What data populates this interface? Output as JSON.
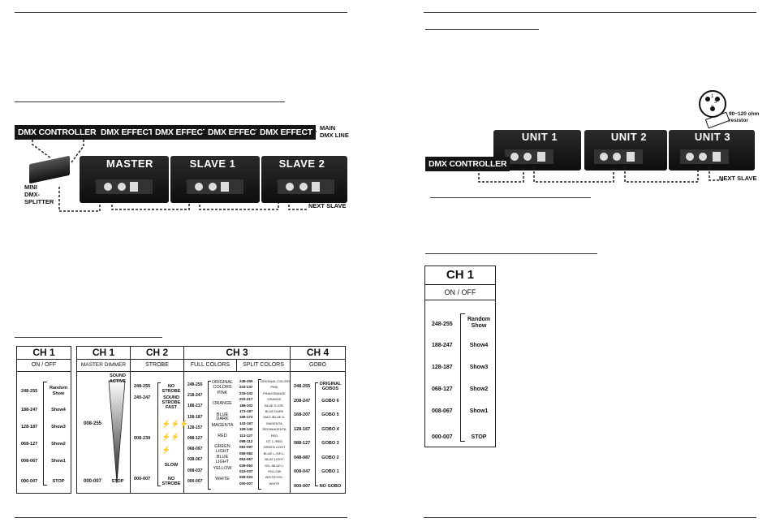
{
  "left_top": {
    "controller": "DMX CONTROLLER",
    "effects": [
      "DMX EFFECT",
      "DMX EFFECT",
      "DMX EFFECT",
      "DMX EFFECT"
    ],
    "main_line": [
      "MAIN",
      "DMX LINE"
    ],
    "splitter": [
      "MINI",
      "DMX-",
      "SPLITTER"
    ],
    "fixtures": [
      "MASTER",
      "SLAVE 1",
      "SLAVE 2"
    ],
    "next_slave": "NEXT SLAVE"
  },
  "right_top": {
    "resistor": [
      "90~120 ohm",
      "resistor"
    ],
    "pins": [
      "1",
      "3",
      "2"
    ],
    "units": [
      "UNIT 1",
      "UNIT 2",
      "UNIT 3"
    ],
    "controller": "DMX CONTROLLER",
    "next_slave": "NEXT SLAVE"
  },
  "ch1_small": {
    "title": "CH 1",
    "sub": "ON / OFF",
    "rows": [
      {
        "range": "248-255",
        "label": "Random Show"
      },
      {
        "range": "188-247",
        "label": "Show4"
      },
      {
        "range": "128-187",
        "label": "Show3"
      },
      {
        "range": "068-127",
        "label": "Show2"
      },
      {
        "range": "008-067",
        "label": "Show1"
      },
      {
        "range": "000-007",
        "label": "STOP"
      }
    ]
  },
  "ch_table": {
    "headers": [
      "CH 1",
      "CH 2",
      "CH 3",
      "CH 4"
    ],
    "subs": [
      "MASTER DIMMER",
      "STROBE",
      "FULL COLORS",
      "SPLIT COLORS",
      "GOBO"
    ],
    "dimmer": {
      "top_range": "008-255",
      "bottom_range": "000-007",
      "top_label": "SOUND ACTIVE",
      "bottom_label": "STOP"
    },
    "strobe": {
      "items": [
        {
          "range": "248-255",
          "label": "NO STROBE"
        },
        {
          "range": "240-247",
          "label": "SOUND STROBE"
        },
        {
          "range": "",
          "label": "FAST"
        },
        {
          "range": "008-239",
          "label": "SLOW"
        },
        {
          "range": "000-007",
          "label": "NO STROBE"
        }
      ]
    },
    "full_colors": [
      {
        "range": "248-255",
        "label": "ORIGINAL COLORS"
      },
      {
        "range": "218-247",
        "label": "PINK"
      },
      {
        "range": "188-217",
        "label": "ORANGE"
      },
      {
        "range": "158-187",
        "label": "BLUE DARK"
      },
      {
        "range": "128-157",
        "label": "MAGENTA"
      },
      {
        "range": "098-127",
        "label": "RED"
      },
      {
        "range": "068-097",
        "label": "GREEN LIGHT"
      },
      {
        "range": "038-067",
        "label": "BLUE LIGHT"
      },
      {
        "range": "008-037",
        "label": "YELLOW"
      },
      {
        "range": "000-007",
        "label": "WHITE"
      }
    ],
    "split_colors": [
      {
        "range": "248-255",
        "label": "ORIGINAL COLORS"
      },
      {
        "range": "233-247",
        "label": "PINK"
      },
      {
        "range": "218-232",
        "label": "PINK/ORANGE"
      },
      {
        "range": "203-217",
        "label": "ORANGE"
      },
      {
        "range": "188-202",
        "label": "BLUE D./OR."
      },
      {
        "range": "173-187",
        "label": "BLUE DARK"
      },
      {
        "range": "158-172",
        "label": "MAG./BLUE D."
      },
      {
        "range": "143-157",
        "label": "MAGENTA"
      },
      {
        "range": "128-142",
        "label": "RED/MAGENTA"
      },
      {
        "range": "113-127",
        "label": "RED"
      },
      {
        "range": "098-112",
        "label": "GT. L./RED"
      },
      {
        "range": "083-097",
        "label": "GREEN LIGHT"
      },
      {
        "range": "068-082",
        "label": "BLUE L./GR.L."
      },
      {
        "range": "053-067",
        "label": "BLUE LIGHT"
      },
      {
        "range": "038-052",
        "label": "YEL./BLUE L."
      },
      {
        "range": "023-037",
        "label": "YELLOW"
      },
      {
        "range": "008-022",
        "label": "WHITE/YEL."
      },
      {
        "range": "000-007",
        "label": "WHITE"
      }
    ],
    "gobo": [
      {
        "range": "248-255",
        "label": "ORIGINAL GOBOS"
      },
      {
        "range": "208-247",
        "label": "GOBO 6"
      },
      {
        "range": "168-207",
        "label": "GOBO 5"
      },
      {
        "range": "128-167",
        "label": "GOBO 4"
      },
      {
        "range": "088-127",
        "label": "GOBO 3"
      },
      {
        "range": "048-087",
        "label": "GOBO 2"
      },
      {
        "range": "008-047",
        "label": "GOBO 1"
      },
      {
        "range": "000-007",
        "label": "NO GOBO"
      }
    ]
  },
  "ch1_right": {
    "title": "CH 1",
    "sub": "ON / OFF",
    "rows": [
      {
        "range": "248-255",
        "label": "Random Show"
      },
      {
        "range": "188-247",
        "label": "Show4"
      },
      {
        "range": "128-187",
        "label": "Show3"
      },
      {
        "range": "068-127",
        "label": "Show2"
      },
      {
        "range": "008-067",
        "label": "Show1"
      },
      {
        "range": "000-007",
        "label": "STOP"
      }
    ]
  }
}
